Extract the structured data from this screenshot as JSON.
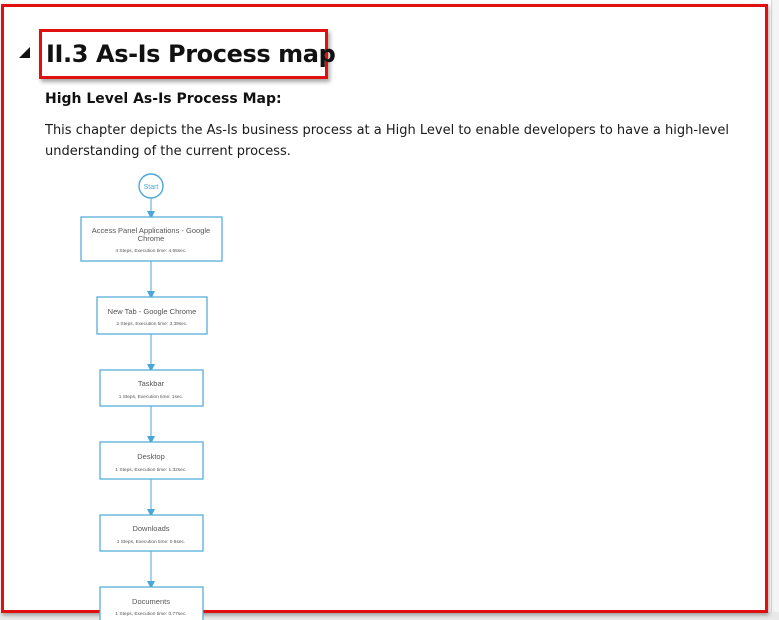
{
  "document": {
    "section_heading": "II.3 As-Is Process map",
    "subheading": "High Level As-Is Process Map:",
    "intro": "This chapter depicts the As-Is business process at a High Level to enable developers to have a high-level understanding of the current process."
  },
  "process_map": {
    "start_label": "Start",
    "steps": [
      {
        "title_line1": "Access Panel Applications - Google",
        "title_line2": "Chrome",
        "detail": "4 Steps, Execution time: 4.65sec."
      },
      {
        "title_line1": "New Tab - Google Chrome",
        "title_line2": "",
        "detail": "2 Steps, Execution time: 3.39sec."
      },
      {
        "title_line1": "Taskbar",
        "title_line2": "",
        "detail": "1 Steps, Execution time: 1sec."
      },
      {
        "title_line1": "Desktop",
        "title_line2": "",
        "detail": "1 Steps, Execution time: 1.32sec."
      },
      {
        "title_line1": "Downloads",
        "title_line2": "",
        "detail": "1 Steps, Execution time: 0.8sec."
      },
      {
        "title_line1": "Documents",
        "title_line2": "",
        "detail": "1 Steps, Execution time: 0.77sec."
      }
    ]
  },
  "colors": {
    "highlight_border": "#e01010",
    "flow_line": "#4aa8d8",
    "flow_text": "#555555"
  }
}
